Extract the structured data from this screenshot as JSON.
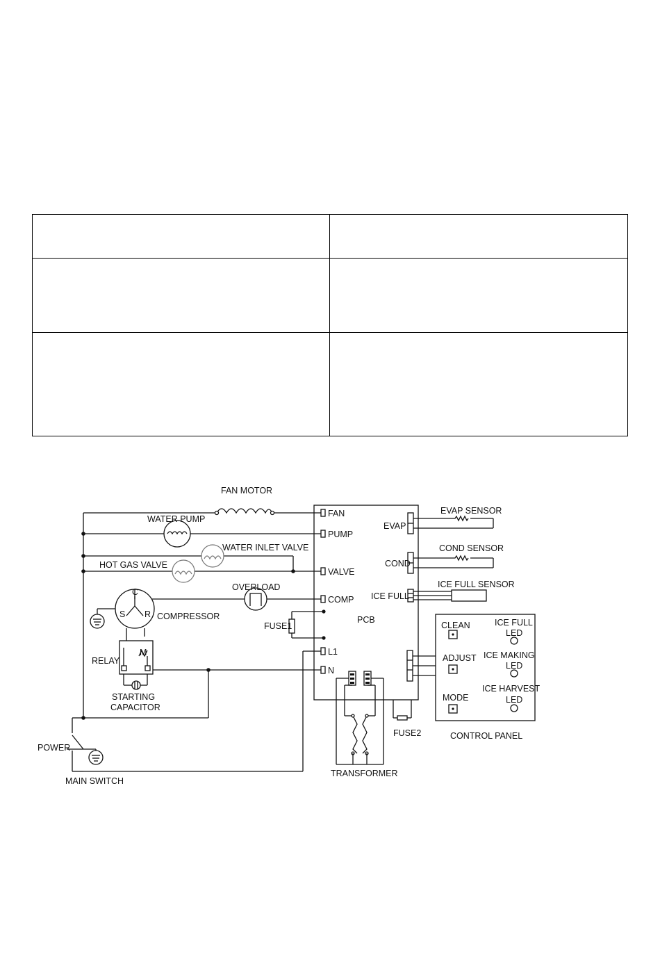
{
  "table": {
    "rows": [
      [
        "",
        ""
      ],
      [
        "",
        ""
      ],
      [
        "",
        ""
      ]
    ]
  },
  "diagram": {
    "labels": {
      "fan_motor": "FAN MOTOR",
      "water_pump": "WATER PUMP",
      "water_inlet_valve": "WATER INLET VALVE",
      "hot_gas_valve": "HOT GAS VALVE",
      "overload": "OVERLOAD",
      "compressor": "COMPRESSOR",
      "compressor_c": "C",
      "compressor_s": "S",
      "compressor_r": "R",
      "relay": "RELAY",
      "relay_m": "M",
      "starting_capacitor_line1": "STARTING",
      "starting_capacitor_line2": "CAPACITOR",
      "power": "POWER",
      "main_switch": "MAIN SWITCH",
      "fuse1": "FUSE1",
      "fuse2": "FUSE2",
      "pcb": "PCB",
      "transformer": "TRANSFORMER",
      "control_panel": "CONTROL PANEL"
    },
    "pcb_terminals": {
      "fan": "FAN",
      "pump": "PUMP",
      "valve": "VALVE",
      "comp": "COMP",
      "l1": "L1",
      "n": "N"
    },
    "sensor_ports": {
      "evap": "EVAP",
      "cond": "COND",
      "ice_full": "ICE FULL"
    },
    "sensors": {
      "evap_sensor": "EVAP SENSOR",
      "cond_sensor": "COND SENSOR",
      "ice_full_sensor": "ICE FULL SENSOR"
    },
    "control_panel": {
      "clean": "CLEAN",
      "adjust": "ADJUST",
      "mode": "MODE",
      "ice_full_led_line1": "ICE FULL",
      "ice_full_led_line2": "LED",
      "ice_making_led_line1": "ICE MAKING",
      "ice_making_led_line2": "LED",
      "ice_harvest_led_line1": "ICE HARVEST",
      "ice_harvest_led_line2": "LED"
    }
  }
}
